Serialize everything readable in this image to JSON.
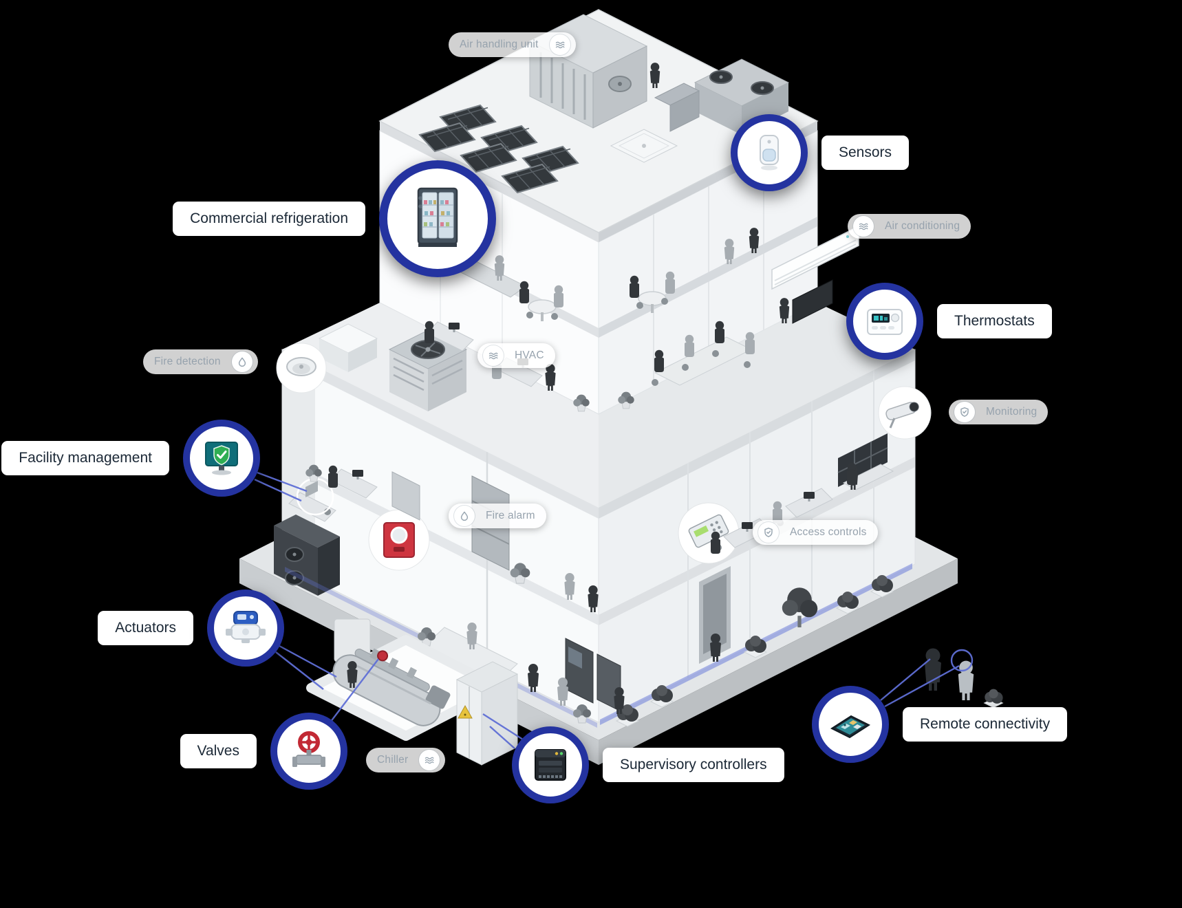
{
  "style": {
    "background": "#000000",
    "badge_ring_color": "#2433a0",
    "callout_label_bg": "#ffffff",
    "callout_label_text": "#1b2836",
    "pill_bg": "rgba(255,255,255,0.82)",
    "pill_text": "#96a2ad",
    "connector_color": "#5f6fd6"
  },
  "callouts": [
    {
      "id": "sensors",
      "label": "Sensors",
      "icon": "motion-sensor-icon"
    },
    {
      "id": "commercial-refrigeration",
      "label": "Commercial refrigeration",
      "icon": "refrigerator-icon"
    },
    {
      "id": "thermostats",
      "label": "Thermostats",
      "icon": "thermostat-icon"
    },
    {
      "id": "facility-management",
      "label": "Facility management",
      "icon": "monitor-shield-icon"
    },
    {
      "id": "actuators",
      "label": "Actuators",
      "icon": "actuator-icon"
    },
    {
      "id": "valves",
      "label": "Valves",
      "icon": "valve-icon"
    },
    {
      "id": "supervisory-controllers",
      "label": "Supervisory controllers",
      "icon": "controller-icon"
    },
    {
      "id": "remote-connectivity",
      "label": "Remote connectivity",
      "icon": "tablet-icon"
    }
  ],
  "pills": [
    {
      "id": "air-handling-unit",
      "label": "Air handling unit",
      "icon": "airflow-icon"
    },
    {
      "id": "air-conditioning",
      "label": "Air conditioning",
      "icon": "airflow-icon"
    },
    {
      "id": "fire-detection",
      "label": "Fire detection",
      "icon": "droplet-icon"
    },
    {
      "id": "hvac",
      "label": "HVAC",
      "icon": "airflow-icon"
    },
    {
      "id": "monitoring",
      "label": "Monitoring",
      "icon": "shield-icon"
    },
    {
      "id": "fire-alarm",
      "label": "Fire alarm",
      "icon": "droplet-icon"
    },
    {
      "id": "access-controls",
      "label": "Access controls",
      "icon": "shield-icon"
    },
    {
      "id": "chiller",
      "label": "Chiller",
      "icon": "airflow-icon"
    }
  ]
}
